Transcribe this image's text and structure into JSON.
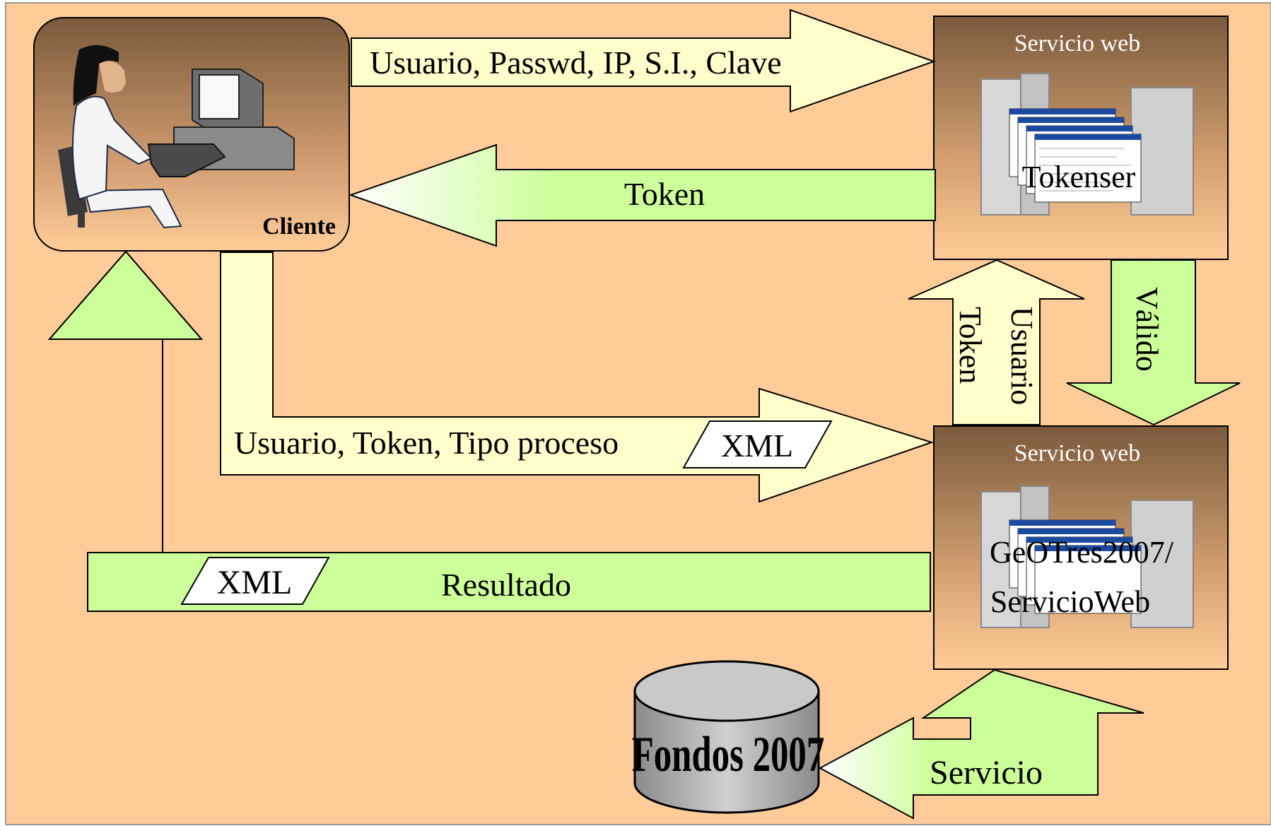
{
  "colors": {
    "background": "#ffcc99",
    "arrow_yellow": "#ffffcc",
    "arrow_green": "#ccff99",
    "box_brown_top": "#806040",
    "cylinder_gray": "#b0b0b0"
  },
  "client": {
    "label": "Cliente",
    "illustration": "person-at-computer-icon"
  },
  "services": [
    {
      "header": "Servicio web",
      "name": "Tokenser",
      "illustration": "server-windows-icon"
    },
    {
      "header": "Servicio web",
      "name_lines": [
        "GeOTres2007/",
        "ServicioWeb"
      ],
      "illustration": "server-windows-icon"
    }
  ],
  "database": {
    "label": "Fondos 2007",
    "illustration": "database-cylinder-icon"
  },
  "arrows": {
    "request_token": "Usuario, Passwd, IP, S.I., Clave",
    "token_return": "Token",
    "validate_up_line1": "Usuario",
    "validate_up_line2": "Token",
    "validate_down": "Válido",
    "process_request": "Usuario, Token, Tipo proceso",
    "process_request_badge": "XML",
    "result": "Resultado",
    "result_badge": "XML",
    "service": "Servicio"
  }
}
